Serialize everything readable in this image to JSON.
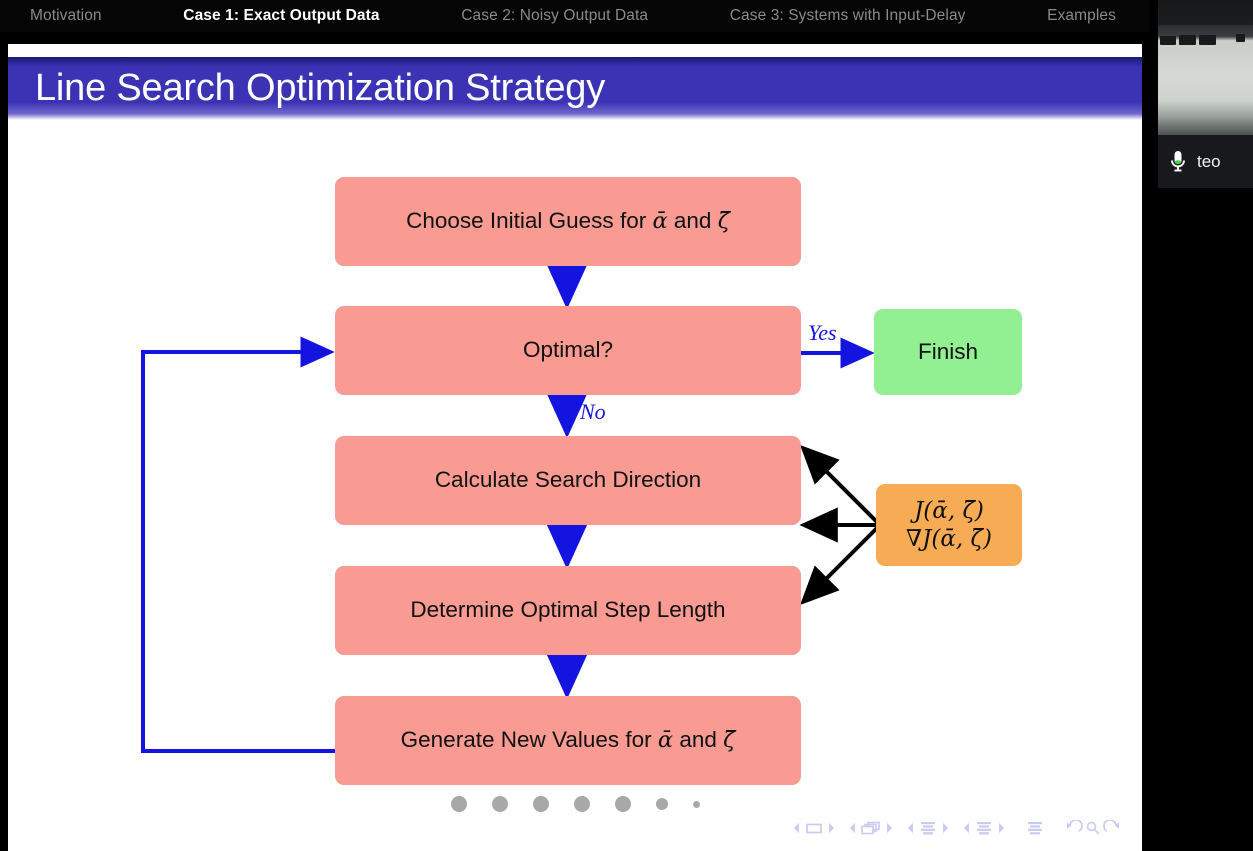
{
  "nav": {
    "items": [
      {
        "label": "Motivation",
        "active": false
      },
      {
        "label": "Case 1: Exact Output Data",
        "active": true
      },
      {
        "label": "Case 2: Noisy Output Data",
        "active": false
      },
      {
        "label": "Case 3: Systems with Input-Delay",
        "active": false
      },
      {
        "label": "Examples",
        "active": false
      }
    ]
  },
  "slide": {
    "title": "Line Search Optimization Strategy",
    "title_band_color": "#3b32b4",
    "background": "#ffffff"
  },
  "flowchart": {
    "colors": {
      "process": "#f99b93",
      "terminal": "#92ef92",
      "data": "#f7ab55",
      "flow_arrow": "#1414e0",
      "data_arrow": "#000000"
    },
    "nodes": [
      {
        "id": "initial-guess",
        "text": "Choose Initial Guess for ᾱ and ζ̄",
        "type": "process"
      },
      {
        "id": "optimal",
        "text": "Optimal?",
        "type": "process"
      },
      {
        "id": "finish",
        "text": "Finish",
        "type": "terminal"
      },
      {
        "id": "search-direction",
        "text": "Calculate Search Direction",
        "type": "process"
      },
      {
        "id": "step-length",
        "text": "Determine Optimal Step Length",
        "type": "process"
      },
      {
        "id": "new-values",
        "text": "Generate New Values for ᾱ and ζ̄",
        "type": "process"
      },
      {
        "id": "cost-function",
        "text": "J(ᾱ, ζ̄)",
        "text2": "∇J(ᾱ, ζ̄)",
        "type": "data"
      }
    ],
    "edge_labels": [
      {
        "id": "yes",
        "text": "Yes"
      },
      {
        "id": "no",
        "text": "No"
      }
    ]
  },
  "progress_dots": {
    "count": 7,
    "sizes": [
      16,
      16,
      16,
      16,
      16,
      12,
      7
    ],
    "color": "#a8a8a8"
  },
  "nav_symbols": [
    "prev-slide-icon",
    "slide-icon",
    "next-slide-icon",
    "prev-frame-icon",
    "frame-icon",
    "next-frame-icon",
    "prev-subsection-icon",
    "subsection-icon",
    "next-subsection-icon",
    "prev-section-icon",
    "section-icon",
    "next-section-icon",
    "document-icon",
    "back-icon",
    "search-icon",
    "forward-icon"
  ],
  "webcam": {
    "participant_name": "teo",
    "mic_icon": "microphone-icon",
    "mic_active_color": "#3fd13f"
  }
}
